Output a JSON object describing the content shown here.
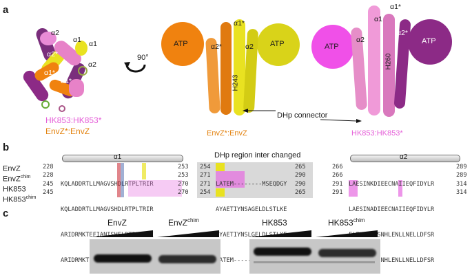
{
  "panels": {
    "a": "a",
    "b": "b",
    "c": "c"
  },
  "panel_a": {
    "left_labels": {
      "a2_top": "α2",
      "a1_a": "α1",
      "a1_b": "α1",
      "a2_mid": "α2",
      "a2s": "α2*",
      "a1s": "α1*",
      "a1s_b": "α1*",
      "a2s_b": "α2*"
    },
    "left_caption_hk": "HK853:HK853*",
    "left_caption_envz": "EnvZ*:EnvZ",
    "rotation": "90°",
    "mid": {
      "atp_left": "ATP",
      "atp_right": "ATP",
      "a2s": "α2*",
      "a1s": "α1*",
      "a2": "α2",
      "h243": "H243",
      "caption": "EnvZ*:EnvZ"
    },
    "right": {
      "atp_left": "ATP",
      "atp_right": "ATP",
      "a1s": "α1*",
      "a1": "α1",
      "a2": "α2",
      "a2s": "α2*",
      "h260": "H260",
      "caption": "HK853:HK853*"
    },
    "connector_label": "DHp connector"
  },
  "panel_b": {
    "alpha1": "α1",
    "alpha2": "α2",
    "region_title": "DHp region inter changed",
    "rows": [
      {
        "name": "EnvZ",
        "sup": "",
        "s1": "228",
        "seq1": "KQLADDRTLLMAGVSHDLRTPLTRIR",
        "e1": "253",
        "s2": "254",
        "seq2": "LATEM--------MSEQDGY",
        "e2": "265",
        "s3": "266",
        "seq3": "LAESINKDIEECNAIIEQFIDYLR",
        "e3": "289"
      },
      {
        "name": "EnvZ",
        "sup": "chim",
        "s1": "228",
        "seq1": "KQLADDRTLLMAGVSHDLRTPLTRIR",
        "e1": "253",
        "s2": "271",
        "seq2": "AYAETIYNSAGELDLSTLKE",
        "e2": "290",
        "s3": "266",
        "seq3": "LAESINADIEECNAIIEQFIDYLR",
        "e3": "289"
      },
      {
        "name": "HK853",
        "sup": "",
        "s1": "245",
        "seq1": "ARIDRMKTEFIANISHELRTPLTAIK",
        "e1": "270",
        "s2": "271",
        "seq2": "AYAETIYNSLGELDLSTLKE",
        "e2": "290",
        "s3": "291",
        "seq3": "FLEVIIDQSNHLENLLNELLDFSR",
        "e3": "314"
      },
      {
        "name": "HK853",
        "sup": "chim",
        "s1": "245",
        "seq1": "ARIDRMKTEFIANISHELRTPLTAIK",
        "e1": "270",
        "s2": "254",
        "seq2": "LATEM--------MSEQDGY",
        "e2": "265",
        "s3": "291",
        "seq3": "FLEVIIDQSNHLENLLNELLDFSR",
        "e3": "314"
      }
    ]
  },
  "panel_c": {
    "blot_labels": [
      "EnvZ",
      "EnvZ",
      "HK853",
      "HK853"
    ],
    "blot_sups": [
      "",
      "chim",
      "",
      "chim"
    ]
  },
  "colors": {
    "envz": "#e9e221",
    "envz_star": "#f0820f",
    "hk853": "#e782c8",
    "hk853_star": "#8c2a86",
    "atp_magenta": "#f050e8"
  }
}
